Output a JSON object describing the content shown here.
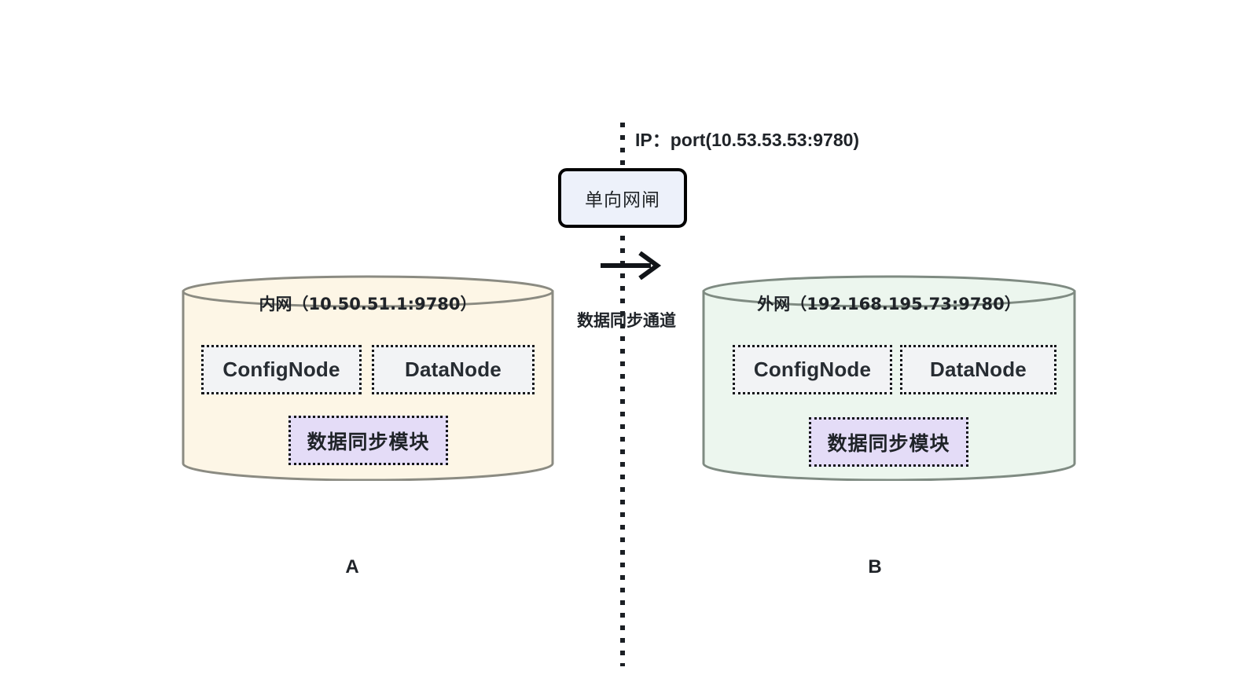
{
  "diagram": {
    "background_color": "#ffffff",
    "boundary": {
      "name": "network-boundary-dotted-line",
      "ip_label": "IP：port(10.53.53.53:9780)"
    },
    "gateway": {
      "label": "单向网闸",
      "fill_color": "#edf1fa",
      "border_color": "#000000"
    },
    "channel": {
      "label": "数据同步通道",
      "arrow_direction": "right"
    },
    "sites": [
      {
        "caption": "A",
        "title": "内网（10.50.51.1:9780）",
        "fill_color": "#fdf6e6",
        "stroke_color": "#8b8b82",
        "nodes": [
          {
            "label": "ConfigNode",
            "fill_color": "#f2f3f5"
          },
          {
            "label": "DataNode",
            "fill_color": "#f2f3f5"
          }
        ],
        "module": {
          "label": "数据同步模块",
          "fill_color": "#e4dcf7"
        }
      },
      {
        "caption": "B",
        "title": "外网（192.168.195.73:9780）",
        "fill_color": "#ecf6ee",
        "stroke_color": "#7f8b82",
        "nodes": [
          {
            "label": "ConfigNode",
            "fill_color": "#f2f3f5"
          },
          {
            "label": "DataNode",
            "fill_color": "#f2f3f5"
          }
        ],
        "module": {
          "label": "数据同步模块",
          "fill_color": "#e4dcf7"
        }
      }
    ]
  }
}
